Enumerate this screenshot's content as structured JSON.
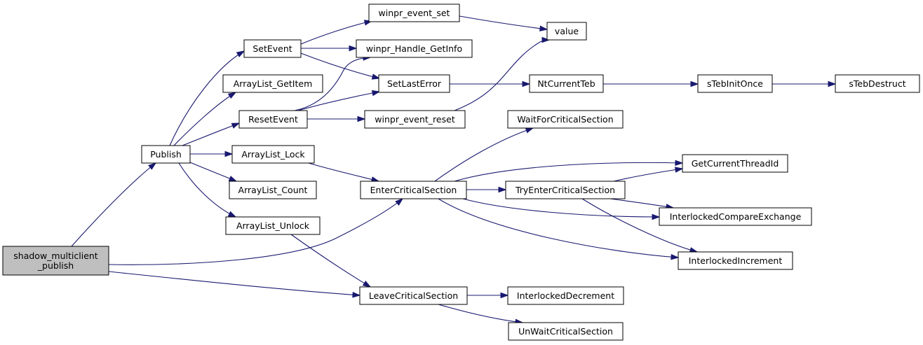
{
  "graph": {
    "nodes": [
      {
        "id": "shadow_multiclient_publish",
        "lines": [
          "shadow_multiclient",
          "_publish"
        ],
        "root": true
      },
      {
        "id": "Publish",
        "lines": [
          "Publish"
        ]
      },
      {
        "id": "SetEvent",
        "lines": [
          "SetEvent"
        ]
      },
      {
        "id": "ArrayList_GetItem",
        "lines": [
          "ArrayList_GetItem"
        ]
      },
      {
        "id": "ResetEvent",
        "lines": [
          "ResetEvent"
        ]
      },
      {
        "id": "ArrayList_Lock",
        "lines": [
          "ArrayList_Lock"
        ]
      },
      {
        "id": "ArrayList_Count",
        "lines": [
          "ArrayList_Count"
        ]
      },
      {
        "id": "ArrayList_Unlock",
        "lines": [
          "ArrayList_Unlock"
        ]
      },
      {
        "id": "winpr_event_set",
        "lines": [
          "winpr_event_set"
        ]
      },
      {
        "id": "winpr_Handle_GetInfo",
        "lines": [
          "winpr_Handle_GetInfo"
        ]
      },
      {
        "id": "SetLastError",
        "lines": [
          "SetLastError"
        ]
      },
      {
        "id": "winpr_event_reset",
        "lines": [
          "winpr_event_reset"
        ]
      },
      {
        "id": "EnterCriticalSection",
        "lines": [
          "EnterCriticalSection"
        ]
      },
      {
        "id": "LeaveCriticalSection",
        "lines": [
          "LeaveCriticalSection"
        ]
      },
      {
        "id": "value",
        "lines": [
          "value"
        ]
      },
      {
        "id": "NtCurrentTeb",
        "lines": [
          "NtCurrentTeb"
        ]
      },
      {
        "id": "WaitForCriticalSection",
        "lines": [
          "WaitForCriticalSection"
        ]
      },
      {
        "id": "TryEnterCriticalSection",
        "lines": [
          "TryEnterCriticalSection"
        ]
      },
      {
        "id": "InterlockedDecrement",
        "lines": [
          "InterlockedDecrement"
        ]
      },
      {
        "id": "UnWaitCriticalSection",
        "lines": [
          "UnWaitCriticalSection"
        ]
      },
      {
        "id": "sTebInitOnce",
        "lines": [
          "sTebInitOnce"
        ]
      },
      {
        "id": "GetCurrentThreadId",
        "lines": [
          "GetCurrentThreadId"
        ]
      },
      {
        "id": "InterlockedCompareExchange",
        "lines": [
          "InterlockedCompareExchange"
        ]
      },
      {
        "id": "InterlockedIncrement",
        "lines": [
          "InterlockedIncrement"
        ]
      },
      {
        "id": "sTebDestruct",
        "lines": [
          "sTebDestruct"
        ]
      }
    ],
    "edges": [
      [
        "shadow_multiclient_publish",
        "Publish"
      ],
      [
        "shadow_multiclient_publish",
        "EnterCriticalSection"
      ],
      [
        "shadow_multiclient_publish",
        "LeaveCriticalSection"
      ],
      [
        "Publish",
        "SetEvent"
      ],
      [
        "Publish",
        "ArrayList_GetItem"
      ],
      [
        "Publish",
        "ResetEvent"
      ],
      [
        "Publish",
        "ArrayList_Lock"
      ],
      [
        "Publish",
        "ArrayList_Count"
      ],
      [
        "Publish",
        "ArrayList_Unlock"
      ],
      [
        "SetEvent",
        "winpr_event_set"
      ],
      [
        "SetEvent",
        "winpr_Handle_GetInfo"
      ],
      [
        "SetEvent",
        "SetLastError"
      ],
      [
        "ResetEvent",
        "winpr_Handle_GetInfo"
      ],
      [
        "ResetEvent",
        "SetLastError"
      ],
      [
        "ResetEvent",
        "winpr_event_reset"
      ],
      [
        "ArrayList_Lock",
        "EnterCriticalSection"
      ],
      [
        "ArrayList_Unlock",
        "LeaveCriticalSection"
      ],
      [
        "winpr_event_set",
        "value"
      ],
      [
        "winpr_event_reset",
        "value"
      ],
      [
        "SetLastError",
        "NtCurrentTeb"
      ],
      [
        "NtCurrentTeb",
        "sTebInitOnce"
      ],
      [
        "sTebInitOnce",
        "sTebDestruct"
      ],
      [
        "EnterCriticalSection",
        "WaitForCriticalSection"
      ],
      [
        "EnterCriticalSection",
        "GetCurrentThreadId"
      ],
      [
        "EnterCriticalSection",
        "TryEnterCriticalSection"
      ],
      [
        "EnterCriticalSection",
        "InterlockedCompareExchange"
      ],
      [
        "EnterCriticalSection",
        "InterlockedIncrement"
      ],
      [
        "TryEnterCriticalSection",
        "GetCurrentThreadId"
      ],
      [
        "TryEnterCriticalSection",
        "InterlockedCompareExchange"
      ],
      [
        "TryEnterCriticalSection",
        "InterlockedIncrement"
      ],
      [
        "LeaveCriticalSection",
        "InterlockedDecrement"
      ],
      [
        "LeaveCriticalSection",
        "UnWaitCriticalSection"
      ]
    ]
  }
}
